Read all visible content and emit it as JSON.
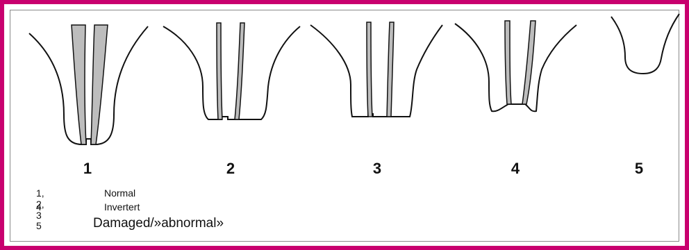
{
  "colors": {
    "frame": "#c8006e",
    "inner_border": "#8a8a8a",
    "outline": "#111111",
    "shaft_fill": "#bdbdbd"
  },
  "figures": [
    {
      "label": "1"
    },
    {
      "label": "2"
    },
    {
      "label": "3"
    },
    {
      "label": "4"
    },
    {
      "label": "5"
    }
  ],
  "legend": [
    {
      "keys": "1, 2, 3",
      "description": "Normal"
    },
    {
      "keys": "4",
      "description": "Invertert"
    },
    {
      "keys": "5",
      "description": "Damaged/»abnormal»"
    }
  ]
}
